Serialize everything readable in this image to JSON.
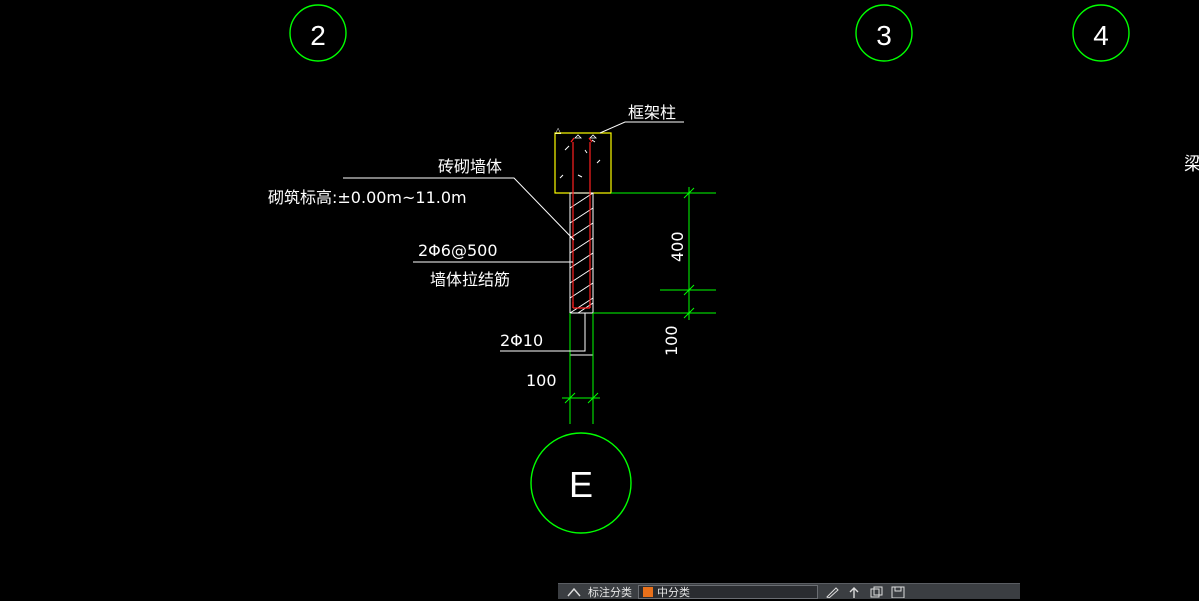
{
  "drawing": {
    "grid_labels": {
      "col2": "2",
      "col3": "3",
      "col4": "4",
      "rowE": "E"
    },
    "callouts": {
      "frame_column": "框架柱",
      "brick_wall": "砖砌墙体",
      "masonry_elevation": "砌筑标高:±0.00m~11.0m",
      "tie_rebar_spec": "2Φ6@500",
      "tie_rebar_name": "墙体拉结筋",
      "bottom_rebar": "2Φ10",
      "beam_edge": "梁"
    },
    "dimensions": {
      "width": "100",
      "height_400": "400",
      "height_100": "100"
    },
    "colors": {
      "grid": "#00ff00",
      "hatch": "#ffffff",
      "rebar": "#ff2020",
      "column": "#ffff00"
    }
  },
  "toolbar": {
    "layer_label": "标注分类",
    "current_layer": "中分类",
    "layer_color": "#e8701a",
    "icons": [
      "dimension-icon",
      "layer-state-icon",
      "pencil-icon",
      "up-arrow-icon",
      "copy-icon",
      "save-icon"
    ]
  }
}
